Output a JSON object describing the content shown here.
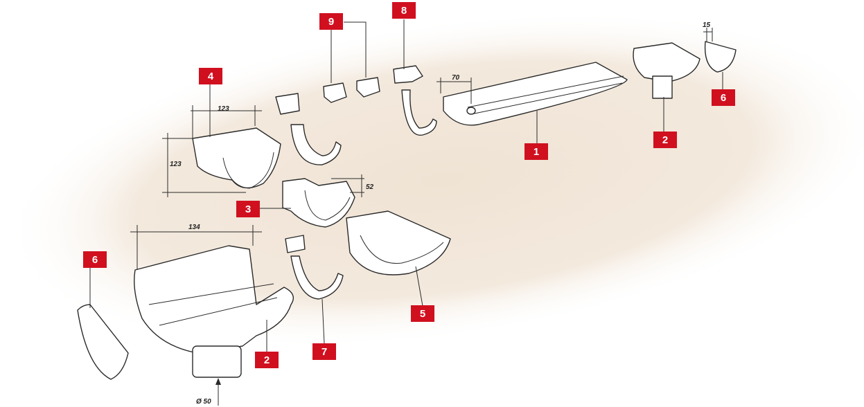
{
  "diagram": {
    "part_labels": [
      {
        "id": "badge-9",
        "text": "9"
      },
      {
        "id": "badge-8",
        "text": "8"
      },
      {
        "id": "badge-4",
        "text": "4"
      },
      {
        "id": "badge-6-right",
        "text": "6"
      },
      {
        "id": "badge-2-right",
        "text": "2"
      },
      {
        "id": "badge-1",
        "text": "1"
      },
      {
        "id": "badge-3",
        "text": "3"
      },
      {
        "id": "badge-6-left",
        "text": "6"
      },
      {
        "id": "badge-2-bottom",
        "text": "2"
      },
      {
        "id": "badge-7",
        "text": "7"
      },
      {
        "id": "badge-5",
        "text": "5"
      }
    ],
    "dimensions": [
      {
        "id": "dim-15",
        "text": "15"
      },
      {
        "id": "dim-70",
        "text": "70"
      },
      {
        "id": "dim-123-width",
        "text": "123"
      },
      {
        "id": "dim-123-height",
        "text": "123"
      },
      {
        "id": "dim-52",
        "text": "52"
      },
      {
        "id": "dim-134",
        "text": "134"
      },
      {
        "id": "dim-diameter-50",
        "text": "Ø 50"
      }
    ],
    "colors": {
      "badge": "#d0101f",
      "background": "#efe2d2"
    }
  }
}
